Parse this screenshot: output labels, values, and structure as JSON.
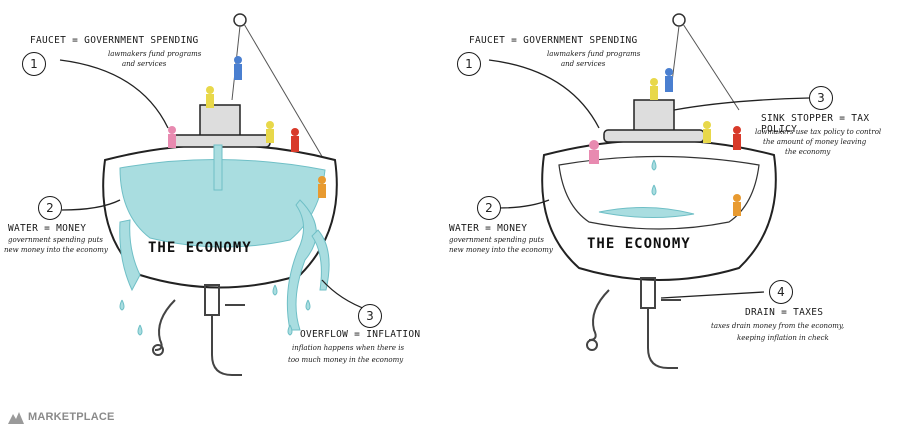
{
  "left": {
    "faucet": {
      "num": "1",
      "title": "FAUCET = GOVERNMENT SPENDING",
      "sub1": "lawmakers fund programs",
      "sub2": "and services"
    },
    "water": {
      "num": "2",
      "title": "WATER = MONEY",
      "sub1": "government spending puts",
      "sub2": "new money into the economy"
    },
    "overflow": {
      "num": "3",
      "title": "OVERFLOW = INFLATION",
      "sub1": "inflation happens when there is",
      "sub2": "too much money in the economy"
    },
    "economy": "THE ECONOMY"
  },
  "right": {
    "faucet": {
      "num": "1",
      "title": "FAUCET = GOVERNMENT SPENDING",
      "sub1": "lawmakers fund programs",
      "sub2": "and services"
    },
    "water": {
      "num": "2",
      "title": "WATER = MONEY",
      "sub1": "government spending puts",
      "sub2": "new money into the economy"
    },
    "stopper": {
      "num": "3",
      "title": "SINK STOPPER = TAX POLICY",
      "sub1": "lawmakers use tax policy to control",
      "sub2": "the amount of money leaving",
      "sub3": "the economy"
    },
    "drain": {
      "num": "4",
      "title": "DRAIN = TAXES",
      "sub1": "taxes drain money from the economy,",
      "sub2": "keeping inflation in check"
    },
    "economy": "THE ECONOMY"
  },
  "logo": "MARKETPLACE",
  "colors": {
    "water": "#a9dde0",
    "water_dark": "#6fbfc6",
    "figure_pink": "#e88ab0",
    "figure_yellow": "#e8d84a",
    "figure_blue": "#4a7fd0",
    "figure_red": "#d83a2a",
    "figure_orange": "#e89a30"
  }
}
